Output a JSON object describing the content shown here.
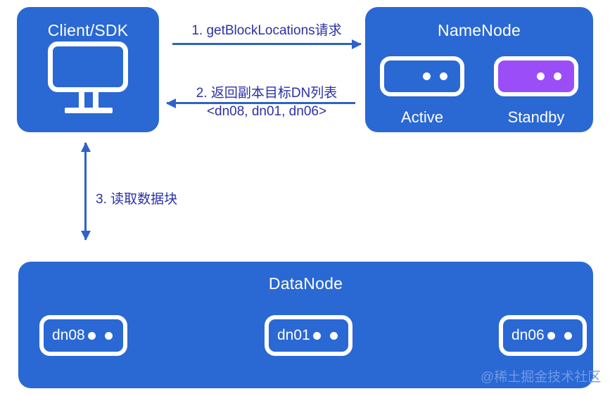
{
  "diagram": {
    "title": "HDFS read flow",
    "colors": {
      "panel_blue": "#2a68d4",
      "standby_purple": "#9b4ef7",
      "arrow_blue": "#2d63c8",
      "label_text": "#2b31a8",
      "node_text": "#ffffff",
      "watermark": "#6f9ae4"
    }
  },
  "client": {
    "title": "Client/SDK",
    "icon": "monitor-icon"
  },
  "namenode": {
    "title": "NameNode",
    "nodes": [
      {
        "caption": "Active",
        "fill": "blue",
        "leds": 2
      },
      {
        "caption": "Standby",
        "fill": "purple",
        "leds": 2
      }
    ]
  },
  "datanode": {
    "title": "DataNode",
    "nodes": [
      {
        "label": "dn08",
        "leds": 2
      },
      {
        "label": "dn01",
        "leds": 2
      },
      {
        "label": "dn06",
        "leds": 2
      }
    ]
  },
  "arrows": [
    {
      "id": "arrow-1",
      "label": "1. getBlockLocations请求",
      "direction": "right",
      "from": "client",
      "to": "namenode"
    },
    {
      "id": "arrow-2",
      "label": "2. 返回副本目标DN列表",
      "sublabel": "<dn08, dn01, dn06>",
      "direction": "left",
      "from": "namenode",
      "to": "client"
    },
    {
      "id": "arrow-3",
      "label": "3. 读取数据块",
      "direction": "both",
      "from": "client",
      "to": "datanode"
    }
  ],
  "watermark": "@稀土掘金技术社区"
}
